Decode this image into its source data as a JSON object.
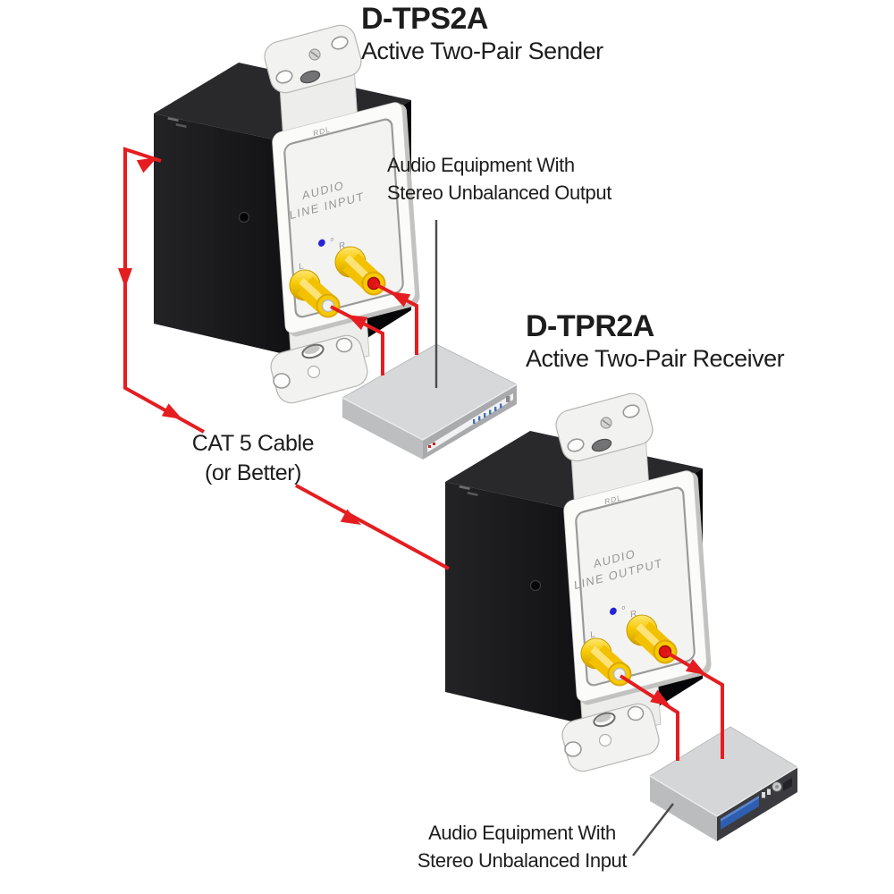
{
  "sender": {
    "model": "D-TPS2A",
    "description": "Active Two-Pair Sender",
    "plate_brand": "RDL",
    "plate_function_line1": "AUDIO",
    "plate_function_line2": "LINE INPUT",
    "led_mark": "o",
    "jack_left_label": "L",
    "jack_right_label": "R"
  },
  "receiver": {
    "model": "D-TPR2A",
    "description": "Active Two-Pair Receiver",
    "plate_brand": "RDL",
    "plate_function_line1": "AUDIO",
    "plate_function_line2": "LINE OUTPUT",
    "led_mark": "o",
    "jack_left_label": "L",
    "jack_right_label": "R"
  },
  "annotations": {
    "output_equipment": {
      "line1": "Audio Equipment With",
      "line2": "Stereo Unbalanced Output"
    },
    "input_equipment": {
      "line1": "Audio Equipment With",
      "line2": "Stereo Unbalanced Input"
    },
    "cable": {
      "line1": "CAT 5 Cable",
      "line2": "(or Better)"
    }
  },
  "colors": {
    "cable_red": "#e51d20",
    "jack_yellow": "#f6c900",
    "led_blue": "#2626d8",
    "plate_white": "#fbfbfa",
    "chassis_black": "#141416",
    "equipment_gray": "#d5d6d8",
    "text_black": "#1d1d1d"
  }
}
